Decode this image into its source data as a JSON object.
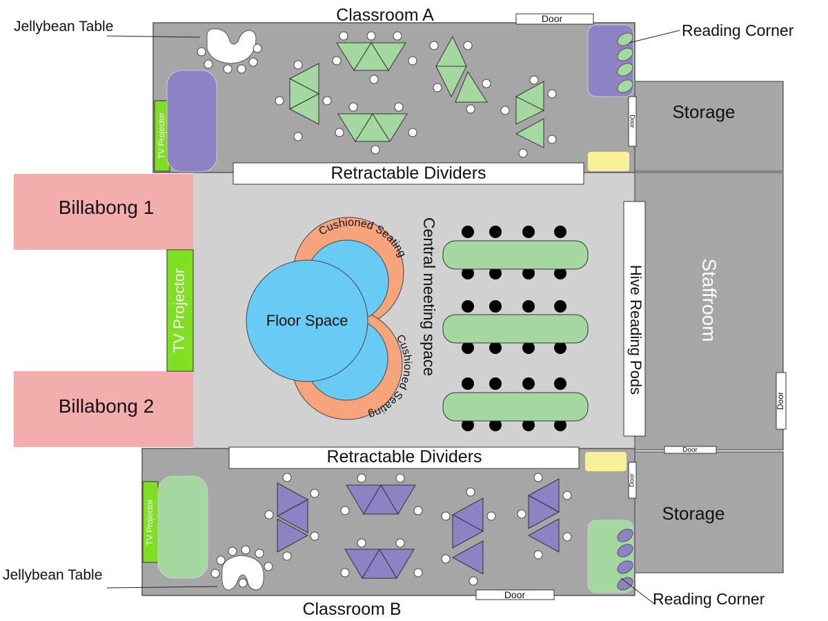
{
  "labels": {
    "classroom_a": "Classroom A",
    "classroom_b": "Classroom B",
    "jellybean_a": "Jellybean Table",
    "jellybean_b": "Jellybean Table",
    "reading_corner_a": "Reading Corner",
    "reading_corner_b": "Reading Corner",
    "storage_top": "Storage",
    "storage_bottom": "Storage",
    "staffroom": "Staffroom",
    "billabong_1": "Billabong 1",
    "billabong_2": "Billabong 2",
    "tv_main": "TV Projector",
    "tv_a": "TV Projector",
    "tv_b": "TV Projector",
    "dividers_top": "Retractable Dividers",
    "dividers_bottom": "Retractable Dividers",
    "central_space": "Central meeting space",
    "hive_pods": "Hive Reading Pods",
    "floor_space": "Floor Space",
    "cushioned_top": "Cushioned Seating",
    "cushioned_bottom": "Cushioned Seating"
  },
  "doors": {
    "a_top": "Door",
    "a_side": "Door",
    "b_side": "Door",
    "b_bottom": "Door",
    "staff_side": "Door",
    "staff_bottom": "Door"
  },
  "colors": {
    "room_dark": "#a6a6a6",
    "room_light": "#d1d1d1",
    "billabong": "#f4adad",
    "tv": "#7ee020",
    "green_table": "#a5d8a0",
    "purple": "#8c82c4",
    "floor_blue": "#67cbf3",
    "cushion": "#f5a47b",
    "note_yellow": "#fbf09a"
  }
}
